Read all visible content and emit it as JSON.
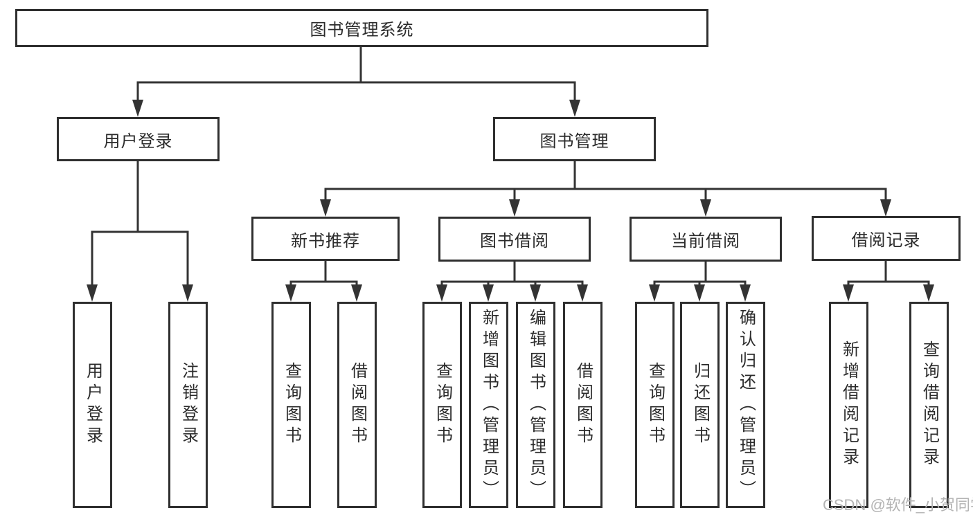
{
  "diagram_type": "hierarchy-tree",
  "tree": {
    "label": "图书管理系统",
    "children": [
      {
        "label": "用户登录",
        "children": [
          {
            "label": "用户登录"
          },
          {
            "label": "注销登录"
          }
        ]
      },
      {
        "label": "图书管理",
        "children": [
          {
            "label": "新书推荐",
            "children": [
              {
                "label": "查询图书"
              },
              {
                "label": "借阅图书"
              }
            ]
          },
          {
            "label": "图书借阅",
            "children": [
              {
                "label": "查询图书"
              },
              {
                "label": "新增图书（管理员）"
              },
              {
                "label": "编辑图书（管理员）"
              },
              {
                "label": "借阅图书"
              }
            ]
          },
          {
            "label": "当前借阅",
            "children": [
              {
                "label": "查询图书"
              },
              {
                "label": "归还图书"
              },
              {
                "label": "确认归还（管理员）"
              }
            ]
          },
          {
            "label": "借阅记录",
            "children": [
              {
                "label": "新增借阅记录"
              },
              {
                "label": "查询借阅记录"
              }
            ]
          }
        ]
      }
    ]
  },
  "watermark": {
    "text": "CSDN @软件_小贺同学"
  },
  "colors": {
    "line": "#333333",
    "box_border": "#2f2f2f",
    "text": "#2b2b2b",
    "watermark": "#b3b3b3",
    "background": "#ffffff"
  }
}
